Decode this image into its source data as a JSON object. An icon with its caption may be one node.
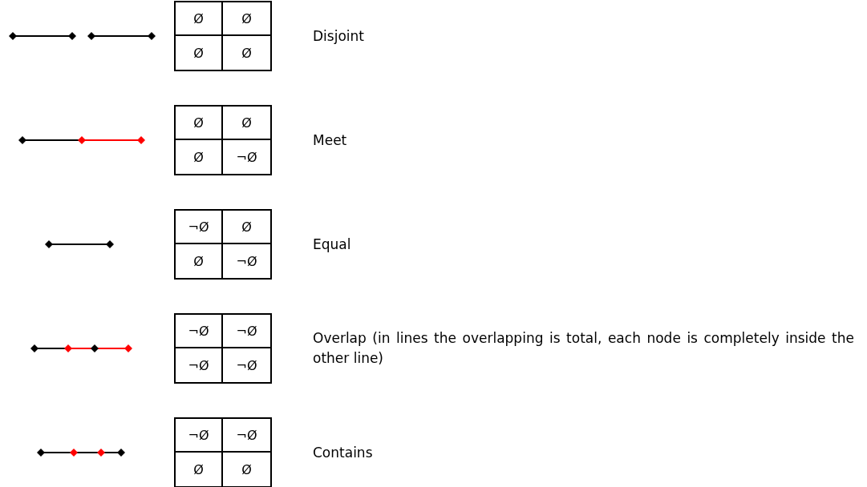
{
  "diagram": {
    "labels": [
      "Ø",
      "Ø",
      "Ø",
      "Ø",
      "Disjoint",
      "Ø",
      "Ø",
      "Ø",
      "¬Ø",
      "Meet",
      "¬Ø",
      "Ø",
      "Ø",
      "¬Ø",
      "Equal",
      "¬Ø",
      "¬Ø",
      "¬Ø",
      "¬Ø",
      "Overlap (in lines the overlapping is total, each node is completely inside the other line)",
      "¬Ø",
      "¬Ø",
      "Ø",
      "Ø",
      "Contains"
    ]
  }
}
